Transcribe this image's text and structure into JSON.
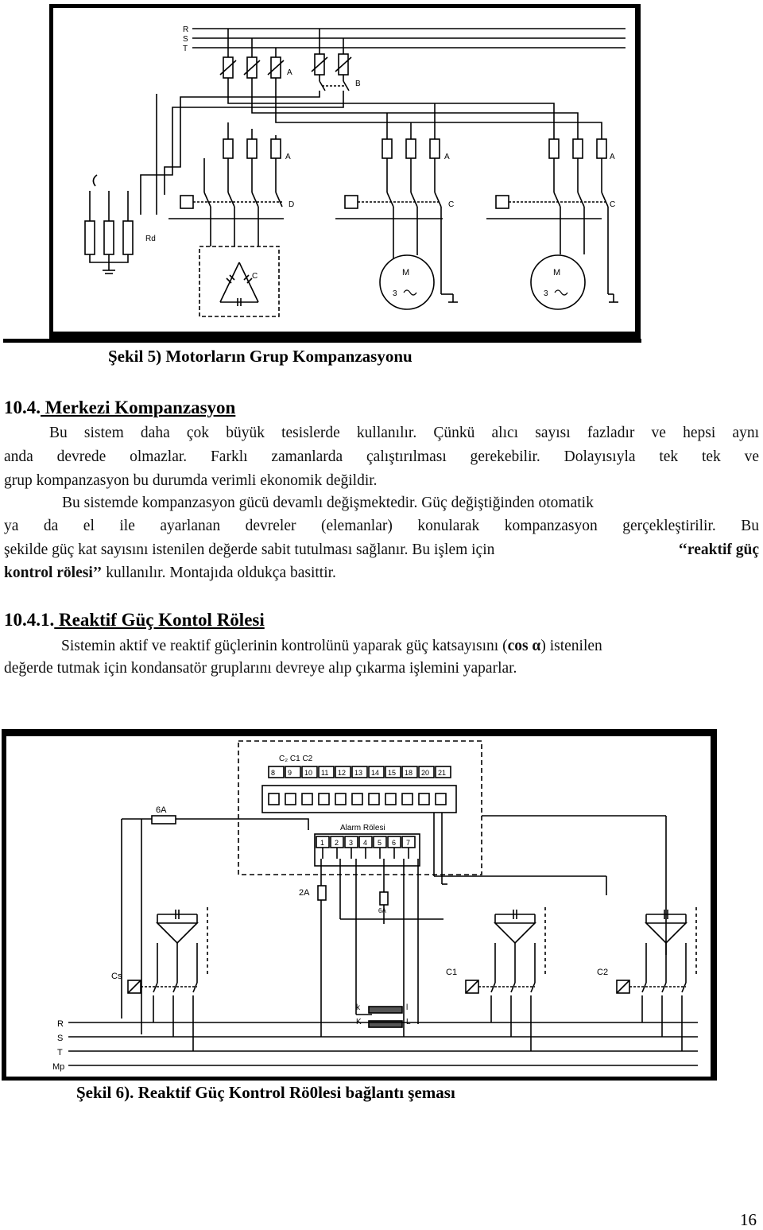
{
  "figure5": {
    "caption": "Şekil 5) Motorların Grup Kompanzasyonu",
    "labels": {
      "phase_r": "R",
      "phase_s": "S",
      "phase_t": "T",
      "fuse_group_a": "A",
      "switch_b": "B",
      "fuse_a_left": "A",
      "fuse_a_mid": "A",
      "fuse_a_right": "A",
      "contactor_d": "D",
      "contactor_c_mid": "C",
      "contactor_c_right": "C",
      "resistor_rd": "Rd",
      "capacitor_c": "C",
      "motor1_m": "M",
      "motor1_3": "3",
      "motor2_m": "M",
      "motor2_3": "3"
    }
  },
  "section": {
    "number": "10.4.",
    "title": " Merkezi Kompanzasyon",
    "lines": [
      "Bu sistem daha çok büyük tesislerde kullanılır. Çünkü alıcı sayısı fazladır ve hepsi aynı",
      "anda devrede olmazlar. Farklı zamanlarda çalıştırılması gerekebilir. Dolayısıyla tek tek ve",
      "grup kompanzasyon bu durumda verimli ekonomik değildir.",
      "Bu sistemde kompanzasyon gücü devamlı değişmektedir. Güç değiştiğinden otomatik",
      "ya da el ile ayarlanan devreler (elemanlar) konularak kompanzasyon gerçekleştirilir. Bu",
      "şekilde güç kat sayısını istenilen değerde sabit tutulması sağlanır. Bu işlem için",
      "‘‘reaktif güç",
      "kontrol rölesi’’",
      " kullanılır. Montajıda oldukça basittir."
    ]
  },
  "subsection": {
    "number": "10.4.1.",
    "title": " Reaktif Güç Kontol Rölesi",
    "line1_a": "Sistemin aktif ve reaktif güçlerinin kontrolünü yaparak güç katsayısını (",
    "line1_b": "cos α",
    "line1_c": ") istenilen",
    "line2": "değerde tutmak için kondansatör gruplarını devreye alıp çıkarma işlemini yaparlar."
  },
  "figure6": {
    "caption": "Şekil 6). Reaktif Güç Kontrol Rö0lesi bağlantı şeması",
    "labels": {
      "cap_header": "C₂ C1 C2",
      "terminals_top": [
        "8",
        "9",
        "10",
        "11",
        "12",
        "13",
        "14",
        "15",
        "18",
        "20",
        "21"
      ],
      "fuse_6a": "6A",
      "alarm": "Alarm Rölesi",
      "terminals_bottom": [
        "1",
        "2",
        "3",
        "4",
        "5",
        "6",
        "7"
      ],
      "fuse_2a": "2A",
      "fuse_6a_small": "6A",
      "cs": "Cs",
      "c1": "C1",
      "c2": "C2",
      "k_upper": "k",
      "k_lower": "K",
      "l_upper": "l",
      "l_lower": "L",
      "rail_r": "R",
      "rail_s": "S",
      "rail_t": "T",
      "rail_mp": "Mp"
    }
  },
  "page_number": "16"
}
